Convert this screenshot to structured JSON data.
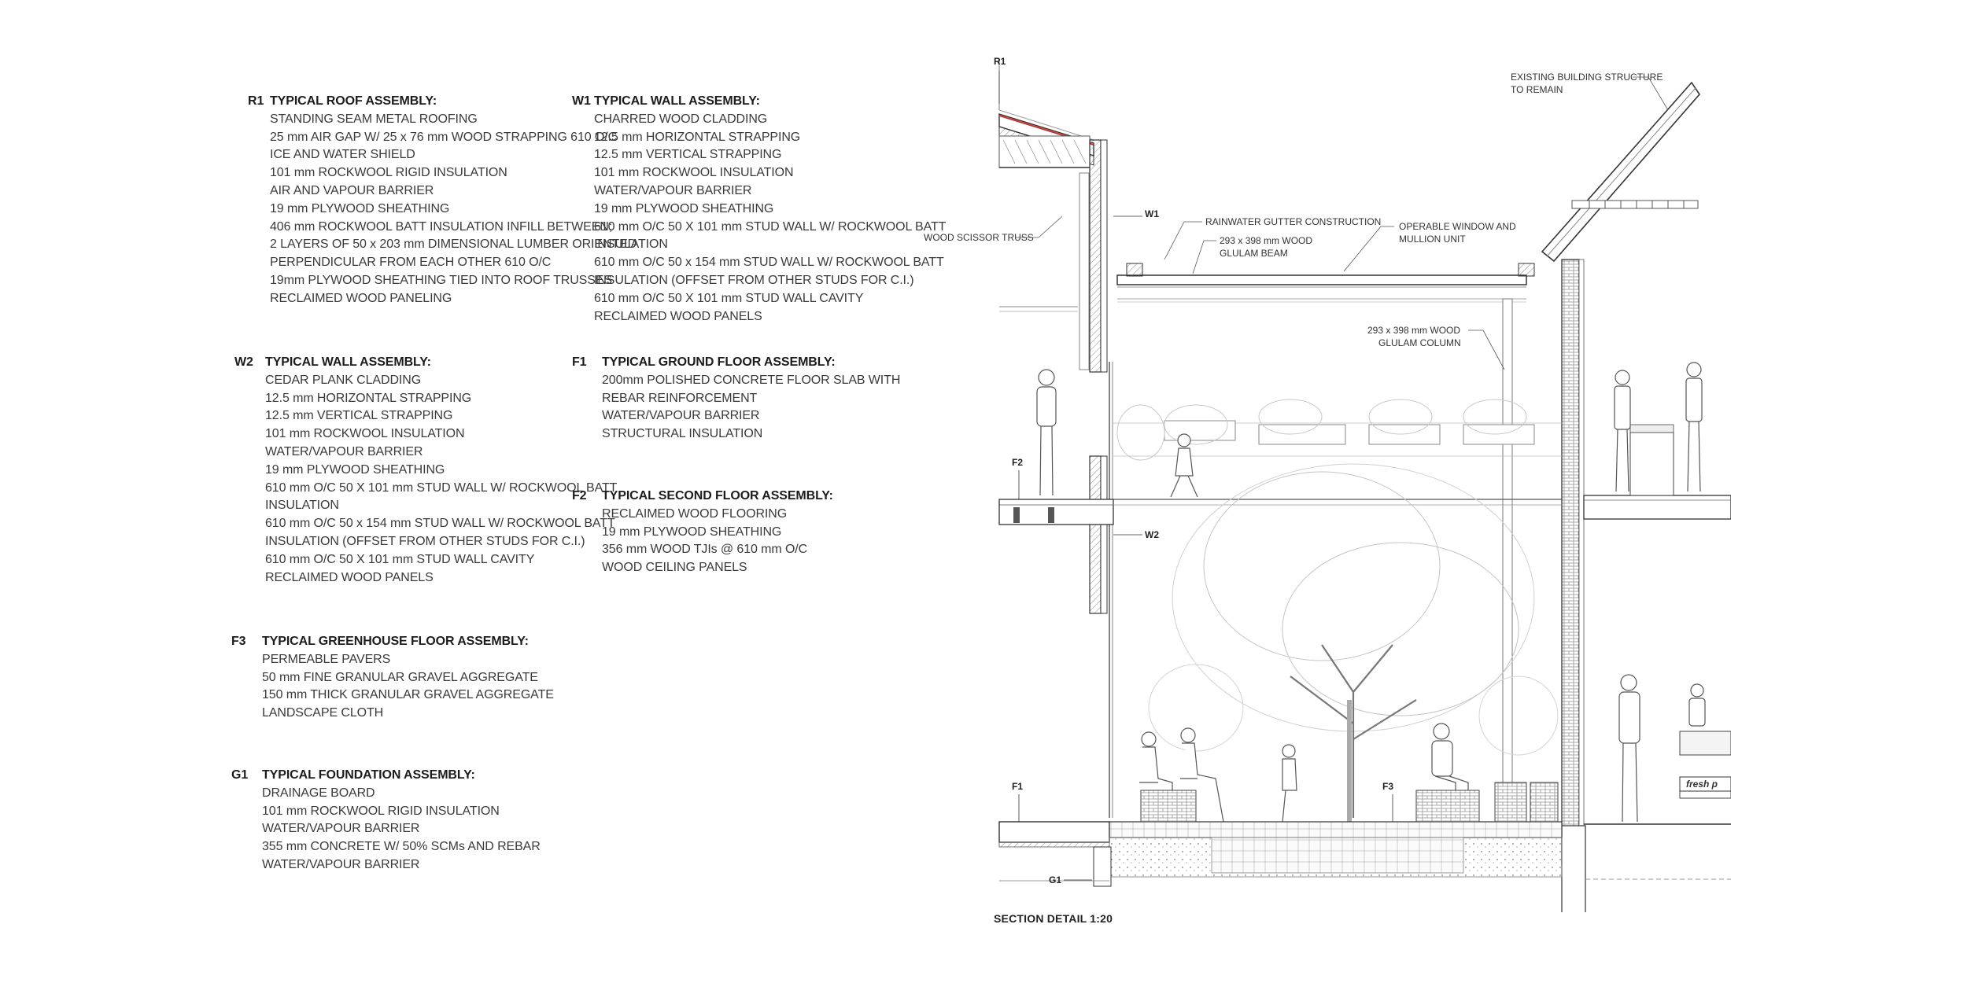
{
  "assemblies": [
    {
      "code": "R1",
      "title": "TYPICAL ROOF ASSEMBLY:",
      "lines": [
        "STANDING SEAM METAL ROOFING",
        "25 mm AIR GAP W/ 25 x 76 mm WOOD STRAPPING 610 O/C",
        "ICE AND WATER SHIELD",
        "101 mm ROCKWOOL RIGID INSULATION",
        "AIR AND VAPOUR BARRIER",
        "19 mm PLYWOOD SHEATHING",
        "406 mm ROCKWOOL BATT INSULATION INFILL BETWEEN;",
        "2 LAYERS OF 50 x 203 mm DIMENSIONAL LUMBER ORIENTED",
        "PERPENDICULAR FROM EACH OTHER 610 O/C",
        "19mm PLYWOOD SHEATHING TIED INTO ROOF TRUSSES",
        "RECLAIMED WOOD PANELING"
      ]
    },
    {
      "code": "W1",
      "title": "TYPICAL WALL ASSEMBLY:",
      "lines": [
        "CHARRED WOOD CLADDING",
        "12.5 mm HORIZONTAL STRAPPING",
        "12.5 mm VERTICAL STRAPPING",
        "101 mm ROCKWOOL INSULATION",
        "WATER/VAPOUR BARRIER",
        "19 mm PLYWOOD SHEATHING",
        "610 mm O/C  50 X 101 mm STUD WALL W/ ROCKWOOL BATT",
        "INSULATION",
        "610 mm O/C 50 x 154 mm  STUD WALL W/ ROCKWOOL BATT",
        "INSULATION (OFFSET FROM OTHER STUDS FOR C.I.)",
        "610 mm O/C  50 X 101 mm STUD WALL CAVITY",
        "RECLAIMED WOOD PANELS"
      ]
    },
    {
      "code": "W2",
      "title": "TYPICAL WALL ASSEMBLY:",
      "lines": [
        "CEDAR PLANK CLADDING",
        "12.5 mm HORIZONTAL STRAPPING",
        "12.5 mm VERTICAL STRAPPING",
        "101 mm ROCKWOOL INSULATION",
        "WATER/VAPOUR BARRIER",
        "19 mm PLYWOOD SHEATHING",
        "610 mm O/C  50 X 101 mm STUD WALL W/ ROCKWOOL BATT",
        "INSULATION",
        "610 mm O/C 50 x 154 mm  STUD WALL W/ ROCKWOOL BATT",
        "INSULATION (OFFSET FROM OTHER STUDS FOR C.I.)",
        "610 mm O/C  50 X 101 mm STUD WALL CAVITY",
        "RECLAIMED WOOD PANELS"
      ]
    },
    {
      "code": "F1",
      "title": "TYPICAL GROUND FLOOR ASSEMBLY:",
      "lines": [
        "200mm POLISHED CONCRETE FLOOR SLAB WITH",
        "REBAR REINFORCEMENT",
        "WATER/VAPOUR BARRIER",
        "STRUCTURAL INSULATION"
      ]
    },
    {
      "code": "F2",
      "title": "TYPICAL SECOND FLOOR ASSEMBLY:",
      "lines": [
        "RECLAIMED WOOD FLOORING",
        "19 mm PLYWOOD SHEATHING",
        "356 mm WOOD TJIs @ 610 mm O/C",
        "WOOD CEILING PANELS"
      ]
    },
    {
      "code": "F3",
      "title": "TYPICAL GREENHOUSE FLOOR ASSEMBLY:",
      "lines": [
        "PERMEABLE PAVERS",
        "50 mm FINE GRANULAR GRAVEL AGGREGATE",
        "150 mm THICK GRANULAR GRAVEL AGGREGATE",
        "LANDSCAPE CLOTH"
      ]
    },
    {
      "code": "G1",
      "title": "TYPICAL FOUNDATION ASSEMBLY:",
      "lines": [
        "DRAINAGE BOARD",
        "101 mm ROCKWOOL RIGID INSULATION",
        "WATER/VAPOUR BARRIER",
        "355 mm CONCRETE W/ 50% SCMs AND REBAR",
        "WATER/VAPOUR BARRIER"
      ]
    }
  ],
  "drawing": {
    "caption": "SECTION DETAIL 1:20",
    "tags": {
      "r1": "R1",
      "w1": "W1",
      "w2": "W2",
      "f1": "F1",
      "f2": "F2",
      "f3": "F3",
      "g1": "G1"
    },
    "labels": {
      "existing_1": "EXISTING BUILDING STRUCTURE",
      "existing_2": "TO REMAIN",
      "gutter": "RAINWATER GUTTER CONSTRUCTION",
      "beam_1": "293 x 398 mm WOOD",
      "beam_2": "GLULAM BEAM",
      "window_1": "OPERABLE WINDOW AND",
      "window_2": "MULLION UNIT",
      "truss": "WOOD SCISSOR TRUSS",
      "column_1": "293 x 398 mm WOOD",
      "column_2": "GLULAM COLUMN",
      "sign": "fresh p"
    }
  }
}
